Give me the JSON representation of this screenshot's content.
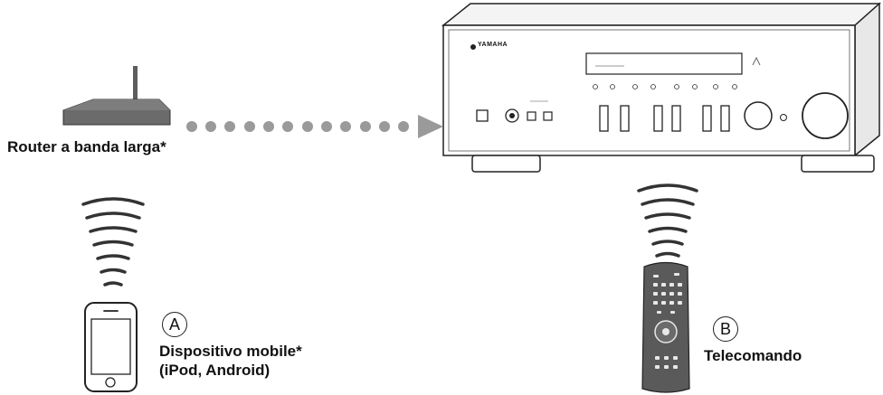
{
  "router": {
    "label": "Router a banda larga*",
    "icon": "router-icon"
  },
  "mobile": {
    "badge": "A",
    "label_line1": "Dispositivo mobile*",
    "label_line2": "(iPod, Android)",
    "icon": "smartphone-icon"
  },
  "remote": {
    "badge": "B",
    "label": "Telecomando",
    "icon": "remote-control-icon"
  },
  "receiver": {
    "brand": "YAMAHA",
    "icon": "network-receiver-icon"
  },
  "colors": {
    "line": "#222222",
    "fill_dark": "#6b6b6b",
    "dot": "#9a9a9a"
  }
}
